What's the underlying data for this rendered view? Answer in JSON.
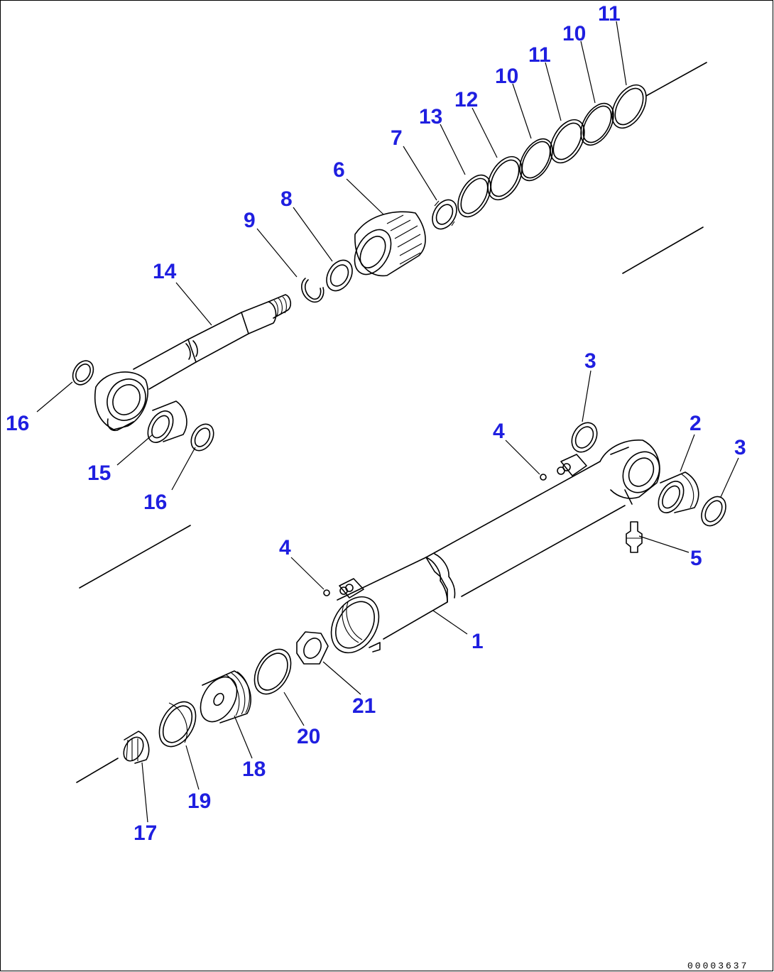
{
  "diagram": {
    "drawing_number": "00003637",
    "callouts": [
      {
        "id": "c1",
        "label": "1"
      },
      {
        "id": "c2",
        "label": "2"
      },
      {
        "id": "c3a",
        "label": "3"
      },
      {
        "id": "c3b",
        "label": "3"
      },
      {
        "id": "c4a",
        "label": "4"
      },
      {
        "id": "c4b",
        "label": "4"
      },
      {
        "id": "c5",
        "label": "5"
      },
      {
        "id": "c6",
        "label": "6"
      },
      {
        "id": "c7",
        "label": "7"
      },
      {
        "id": "c8",
        "label": "8"
      },
      {
        "id": "c9",
        "label": "9"
      },
      {
        "id": "c10a",
        "label": "10"
      },
      {
        "id": "c10b",
        "label": "10"
      },
      {
        "id": "c11a",
        "label": "11"
      },
      {
        "id": "c11b",
        "label": "11"
      },
      {
        "id": "c12",
        "label": "12"
      },
      {
        "id": "c13",
        "label": "13"
      },
      {
        "id": "c14",
        "label": "14"
      },
      {
        "id": "c15",
        "label": "15"
      },
      {
        "id": "c16a",
        "label": "16"
      },
      {
        "id": "c16b",
        "label": "16"
      },
      {
        "id": "c17",
        "label": "17"
      },
      {
        "id": "c18",
        "label": "18"
      },
      {
        "id": "c19",
        "label": "19"
      },
      {
        "id": "c20",
        "label": "20"
      },
      {
        "id": "c21",
        "label": "21"
      }
    ]
  }
}
